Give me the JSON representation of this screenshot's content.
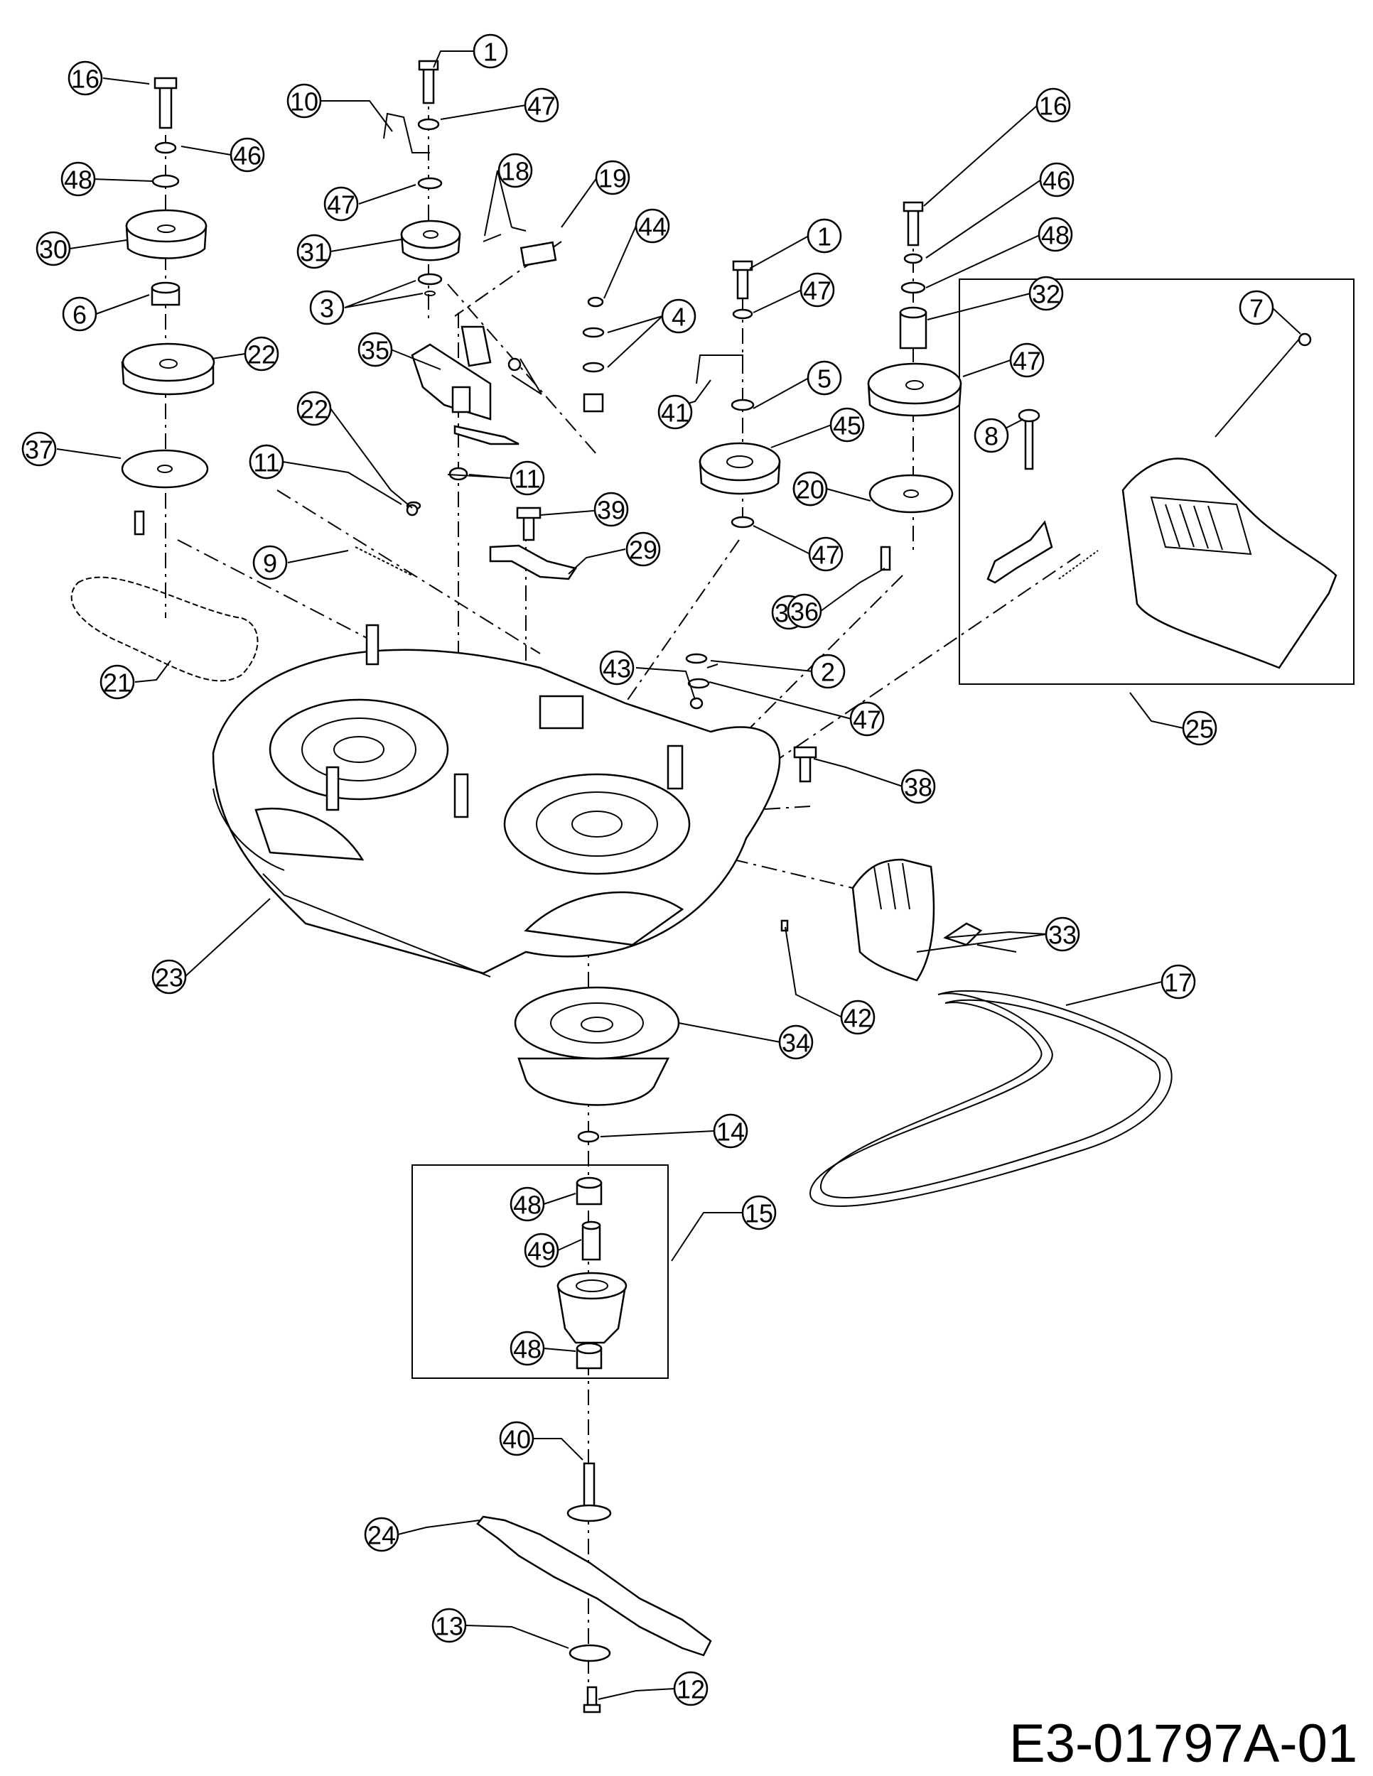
{
  "drawing_number": "E3-01797A-01",
  "callouts": [
    {
      "label": "16"
    },
    {
      "label": "1"
    },
    {
      "label": "10"
    },
    {
      "label": "47"
    },
    {
      "label": "46"
    },
    {
      "label": "48"
    },
    {
      "label": "47"
    },
    {
      "label": "18"
    },
    {
      "label": "19"
    },
    {
      "label": "16"
    },
    {
      "label": "30"
    },
    {
      "label": "31"
    },
    {
      "label": "44"
    },
    {
      "label": "46"
    },
    {
      "label": "1"
    },
    {
      "label": "48"
    },
    {
      "label": "6"
    },
    {
      "label": "3"
    },
    {
      "label": "4"
    },
    {
      "label": "47"
    },
    {
      "label": "32"
    },
    {
      "label": "7"
    },
    {
      "label": "22"
    },
    {
      "label": "35"
    },
    {
      "label": "41"
    },
    {
      "label": "5"
    },
    {
      "label": "47"
    },
    {
      "label": "22"
    },
    {
      "label": "45"
    },
    {
      "label": "8"
    },
    {
      "label": "37"
    },
    {
      "label": "20"
    },
    {
      "label": "43"
    },
    {
      "label": "11"
    },
    {
      "label": "11"
    },
    {
      "label": "20"
    },
    {
      "label": "36"
    },
    {
      "label": "39"
    },
    {
      "label": "9"
    },
    {
      "label": "29"
    },
    {
      "label": "47"
    },
    {
      "label": "36"
    },
    {
      "label": "21"
    },
    {
      "label": "43"
    },
    {
      "label": "2"
    },
    {
      "label": "47"
    },
    {
      "label": "25"
    },
    {
      "label": "38"
    },
    {
      "label": "33"
    },
    {
      "label": "23"
    },
    {
      "label": "17"
    },
    {
      "label": "42"
    },
    {
      "label": "34"
    },
    {
      "label": "14"
    },
    {
      "label": "15"
    },
    {
      "label": "48"
    },
    {
      "label": "49"
    },
    {
      "label": "48"
    },
    {
      "label": "40"
    },
    {
      "label": "24"
    },
    {
      "label": "13"
    },
    {
      "label": "12"
    }
  ]
}
